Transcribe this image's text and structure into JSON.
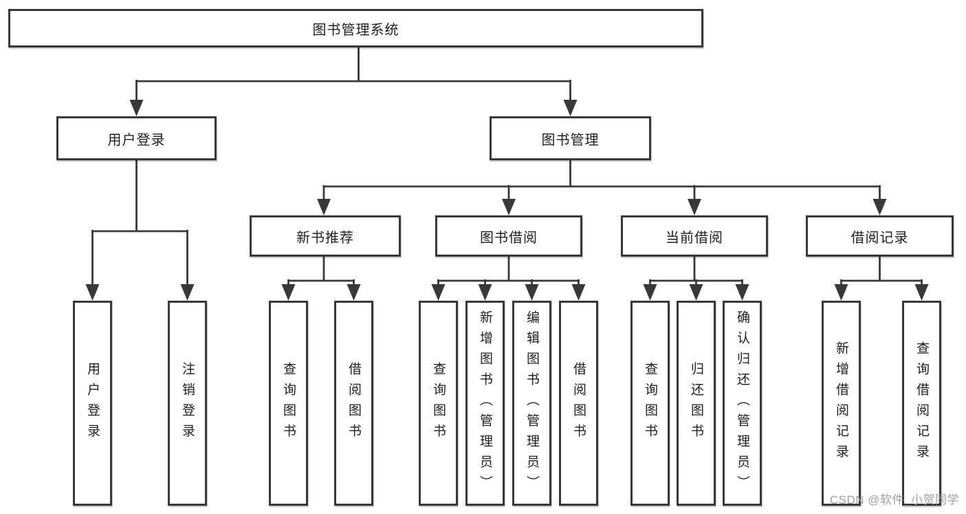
{
  "diagram": {
    "root": {
      "label": "图书管理系统"
    },
    "level2": {
      "user_login": {
        "label": "用户登录"
      },
      "book_management": {
        "label": "图书管理"
      }
    },
    "level3": {
      "new_book_recommend": {
        "label": "新书推荐"
      },
      "book_borrow": {
        "label": "图书借阅"
      },
      "current_borrow": {
        "label": "当前借阅"
      },
      "borrow_records": {
        "label": "借阅记录"
      }
    },
    "leaves": {
      "login": "用户登录",
      "logout": "注销登录",
      "newbook_query": "查询图书",
      "newbook_borrow": "借阅图书",
      "borrow_query": "查询图书",
      "borrow_add": "新增图书（管理员）",
      "borrow_edit": "编辑图书（管理员）",
      "borrow_borrow": "借阅图书",
      "current_query": "查询图书",
      "current_return": "归还图书",
      "current_confirm": "确认归还（管理员）",
      "record_add": "新增借阅记录",
      "record_query": "查询借阅记录"
    }
  },
  "watermark": {
    "text": "CSDN @软件_小贺同学"
  },
  "colors": {
    "line": "#383838",
    "text": "#1e1e1e",
    "watermark": "#a0a0a0",
    "background": "#ffffff"
  }
}
